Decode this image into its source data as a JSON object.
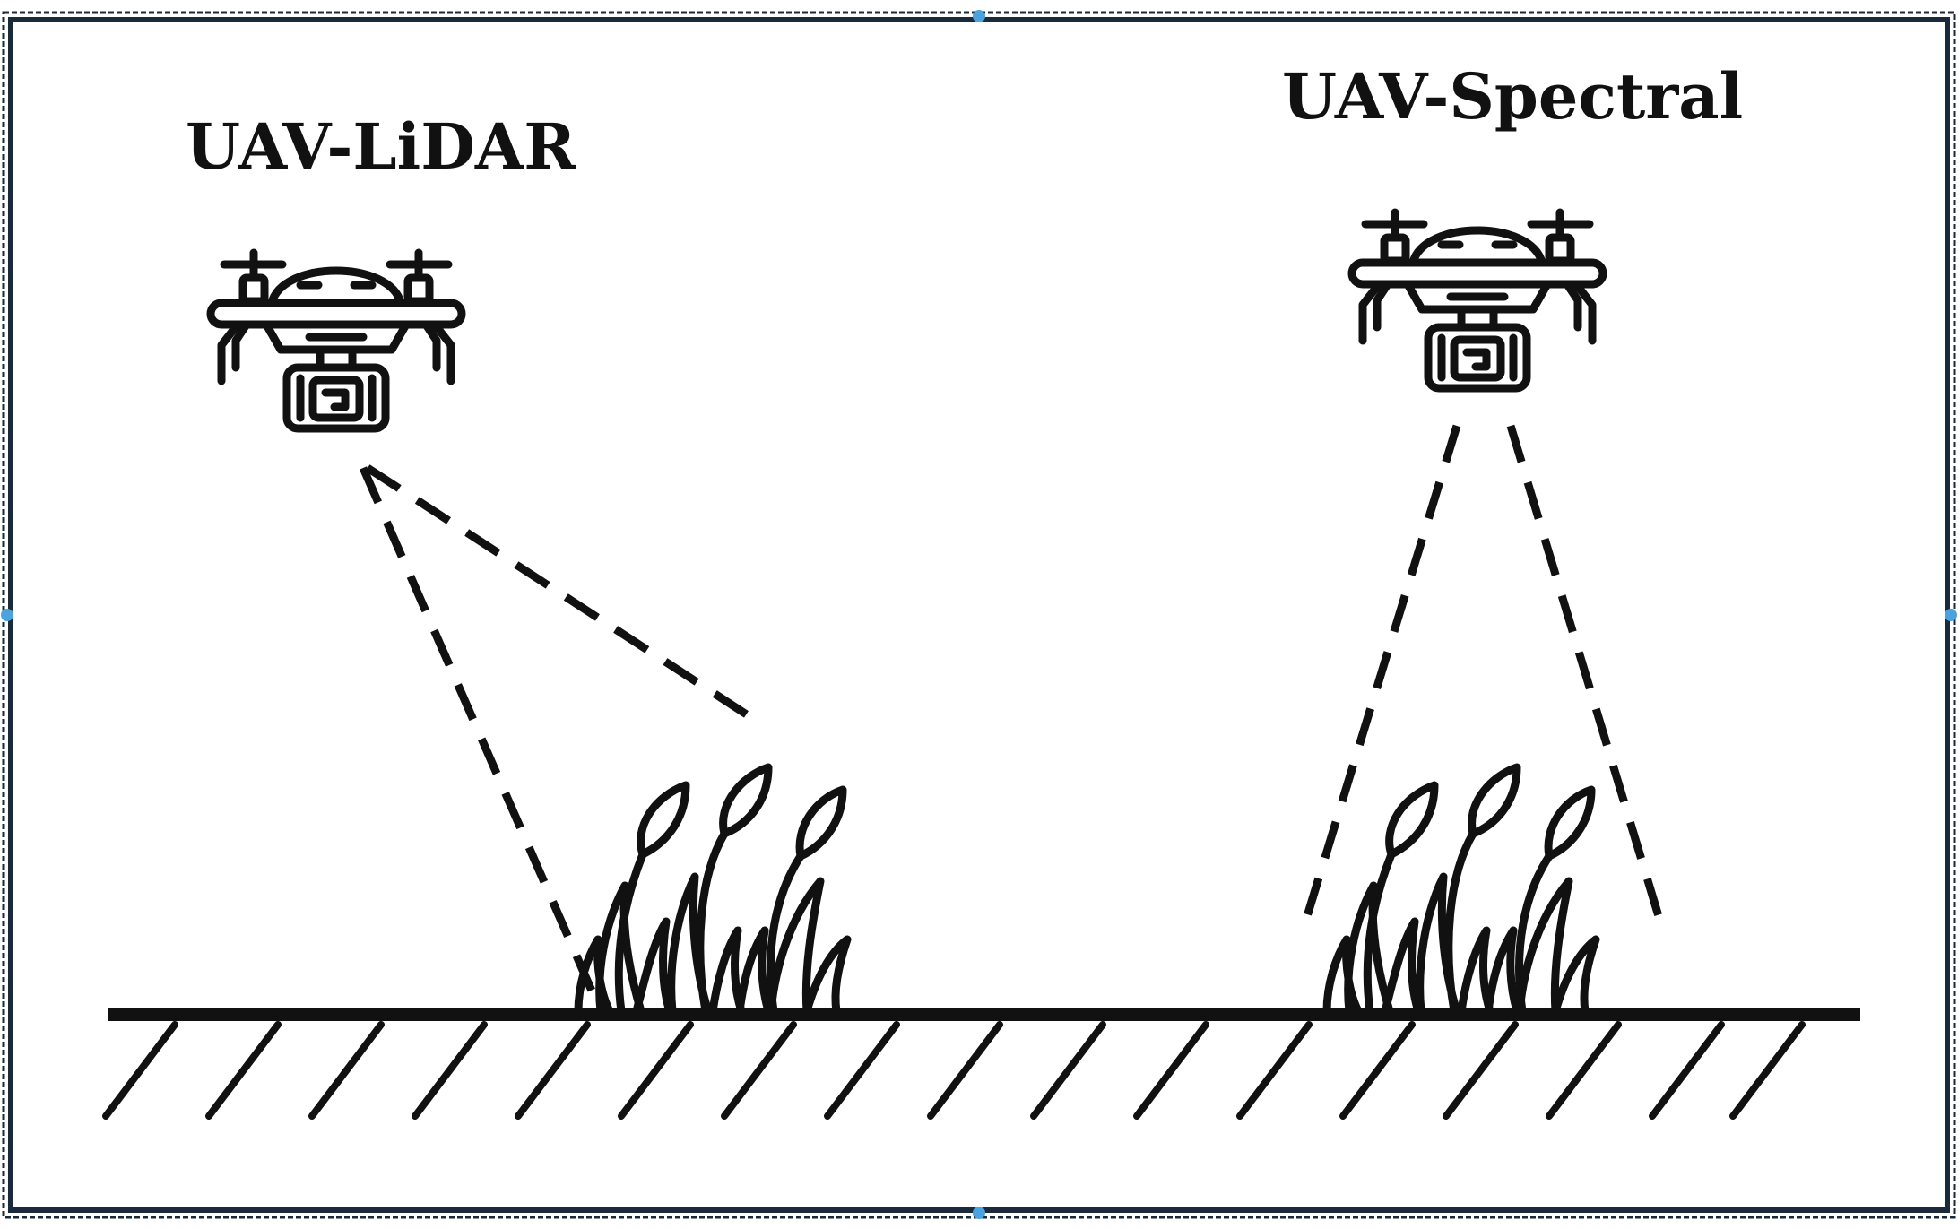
{
  "labels": {
    "lidar": "UAV-LiDAR",
    "spectral": "UAV-Spectral"
  },
  "colors": {
    "ink": "#111111",
    "frame": "#1a2a3a",
    "handle": "#4aa3df",
    "background": "#ffffff"
  },
  "icons": [
    "drone-icon",
    "grass-plant-icon",
    "ground-hatch"
  ]
}
